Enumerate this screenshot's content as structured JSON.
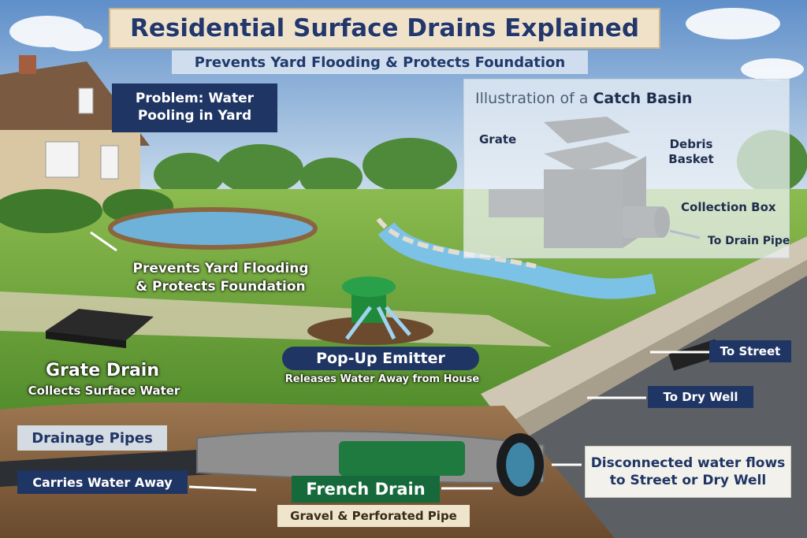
{
  "header": {
    "title": "Residential Surface Drains Explained",
    "subtitle": "Prevents Yard Flooding & Protects Foundation"
  },
  "callouts": {
    "problem": "Problem: Water Pooling in Yard",
    "prevents_line1": "Prevents Yard Flooding",
    "prevents_line2": "& Protects Foundation",
    "grate_title": "Grate Drain",
    "grate_sub": "Collects Surface Water",
    "popup_title": "Pop-Up Emitter",
    "popup_sub": "Releases Water Away from House",
    "pipes_title": "Drainage Pipes",
    "pipes_sub": "Carries Water Away",
    "french_title": "French Drain",
    "french_sub": "Gravel & Perforated Pipe",
    "disconnect_line1": "Disconnected water flows",
    "disconnect_line2": "to Street or Dry Well",
    "to_street": "To Street",
    "to_dry_well": "To Dry Well"
  },
  "inset": {
    "title_prefix": "Illustration of a",
    "title_bold": "Catch Basin",
    "grate": "Grate",
    "debris_line1": "Debris",
    "debris_line2": "Basket",
    "collection_box": "Collection Box",
    "to_drain_pipe": "To Drain Pipe"
  },
  "colors": {
    "navy": "#1f3564",
    "grass": "#6fa33c",
    "soil": "#8a6540",
    "water": "#6fb2d9",
    "french_green": "#15693a"
  }
}
